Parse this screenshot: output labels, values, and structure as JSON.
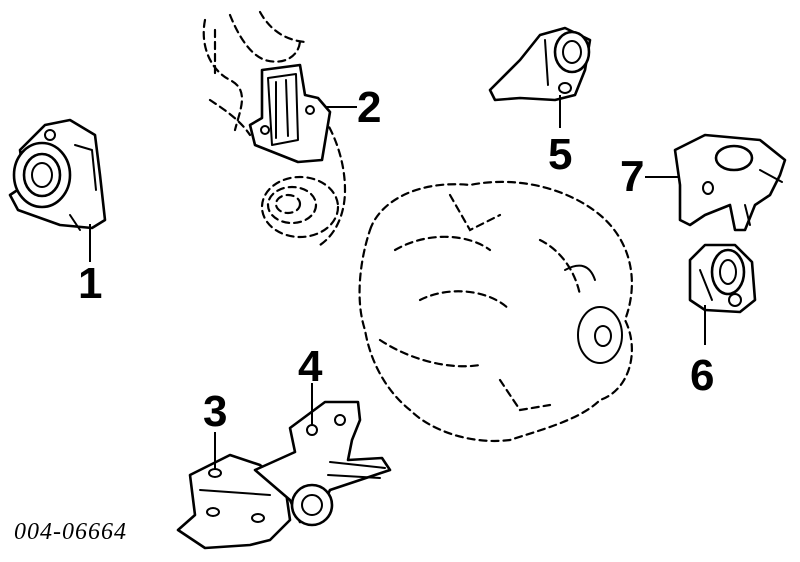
{
  "callouts": {
    "c1": "1",
    "c2": "2",
    "c3": "3",
    "c4": "4",
    "c5": "5",
    "c6": "6",
    "c7": "7"
  },
  "part_code": "004-06664"
}
